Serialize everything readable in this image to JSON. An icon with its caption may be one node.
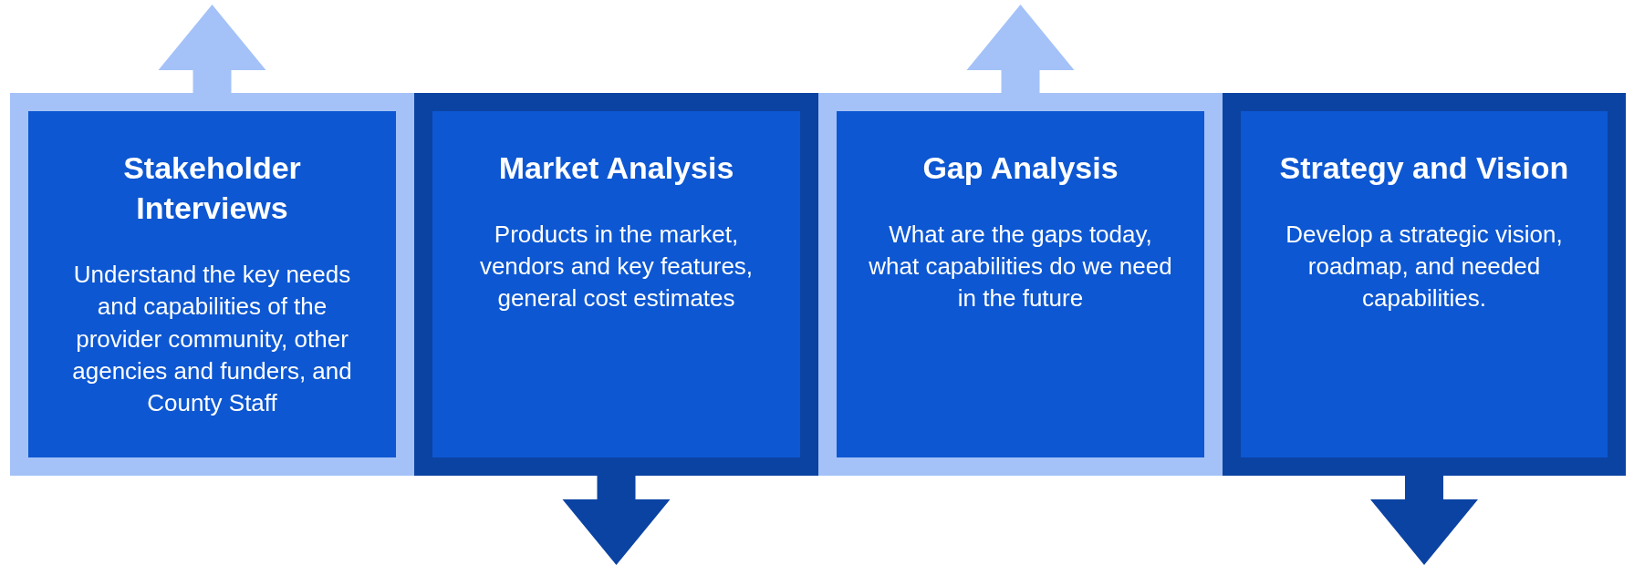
{
  "diagram": {
    "nodes": [
      {
        "text": [
          "Stakeholder Interviews",
          "Understand the key needs and capabilities of the provider community, other agencies and funders, and County Staff"
        ]
      },
      {
        "text": [
          "Market Analysis",
          "Products in the market, vendors and key features, general cost estimates"
        ]
      },
      {
        "text": [
          "Gap Analysis",
          "What are the gaps today, what capabilities do we need in the future"
        ]
      },
      {
        "text": [
          "Strategy and Vision",
          "Develop a strategic vision, roadmap, and needed capabilities."
        ]
      }
    ],
    "edges": [
      {
        "from": 0,
        "to": null,
        "arrow": "to",
        "color": "#a4c2f8"
      },
      {
        "from": 1,
        "to": null,
        "arrow": "to",
        "color": "#0b43a3"
      },
      {
        "from": 2,
        "to": null,
        "arrow": "to",
        "color": "#a4c2f8"
      },
      {
        "from": 3,
        "to": null,
        "arrow": "to",
        "color": "#0b43a3"
      }
    ]
  }
}
